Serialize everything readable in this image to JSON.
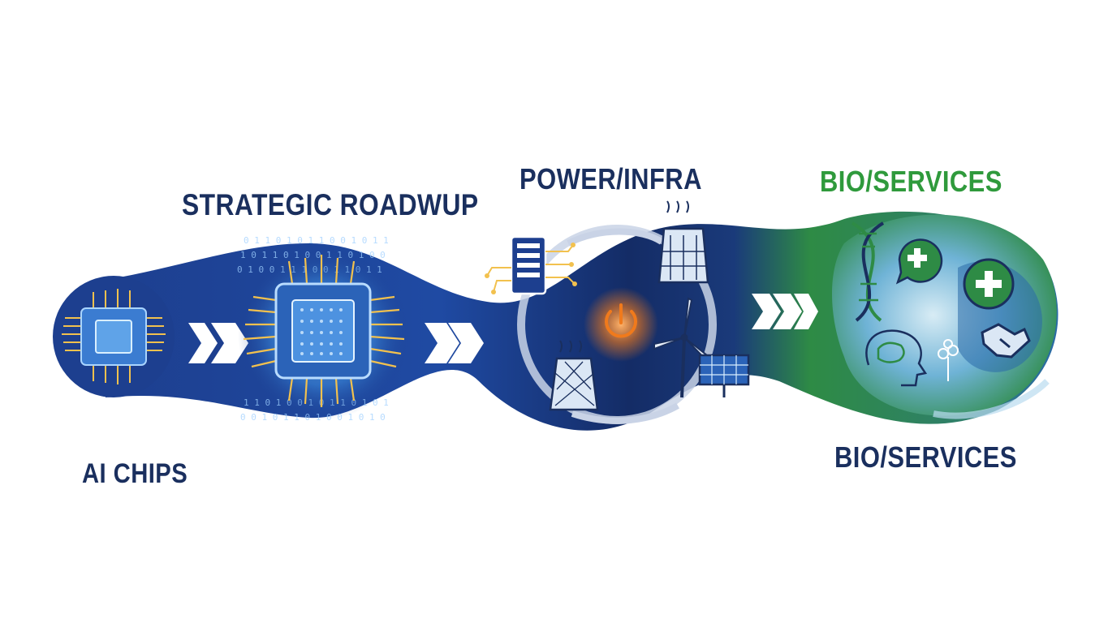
{
  "labels": {
    "title": "STRATEGIC ROADWUP",
    "power": "POWER/INFRA",
    "bio_top": "BIO/SERVICES",
    "bio_bottom": "BIO/SERVICES",
    "ai_chips": "AI CHIPS"
  },
  "colors": {
    "navy_text": "#1a2f5e",
    "green_text": "#2f9a3c",
    "ribbon_blue": "#1d3f8f",
    "ribbon_deep": "#142c66",
    "ribbon_green": "#2e8b45",
    "power_orange": "#f07a1c",
    "arrow_white": "#ffffff"
  },
  "icons": [
    "ai-chip-small-icon",
    "ai-chip-large-icon",
    "server-rack-icon",
    "power-button-icon",
    "cooling-tower-icon",
    "wind-turbine-icon",
    "solar-panel-icon",
    "dna-icon",
    "medical-cross-icon",
    "brain-head-icon",
    "handshake-icon",
    "tree-icon",
    "chevron-arrows-icon"
  ]
}
